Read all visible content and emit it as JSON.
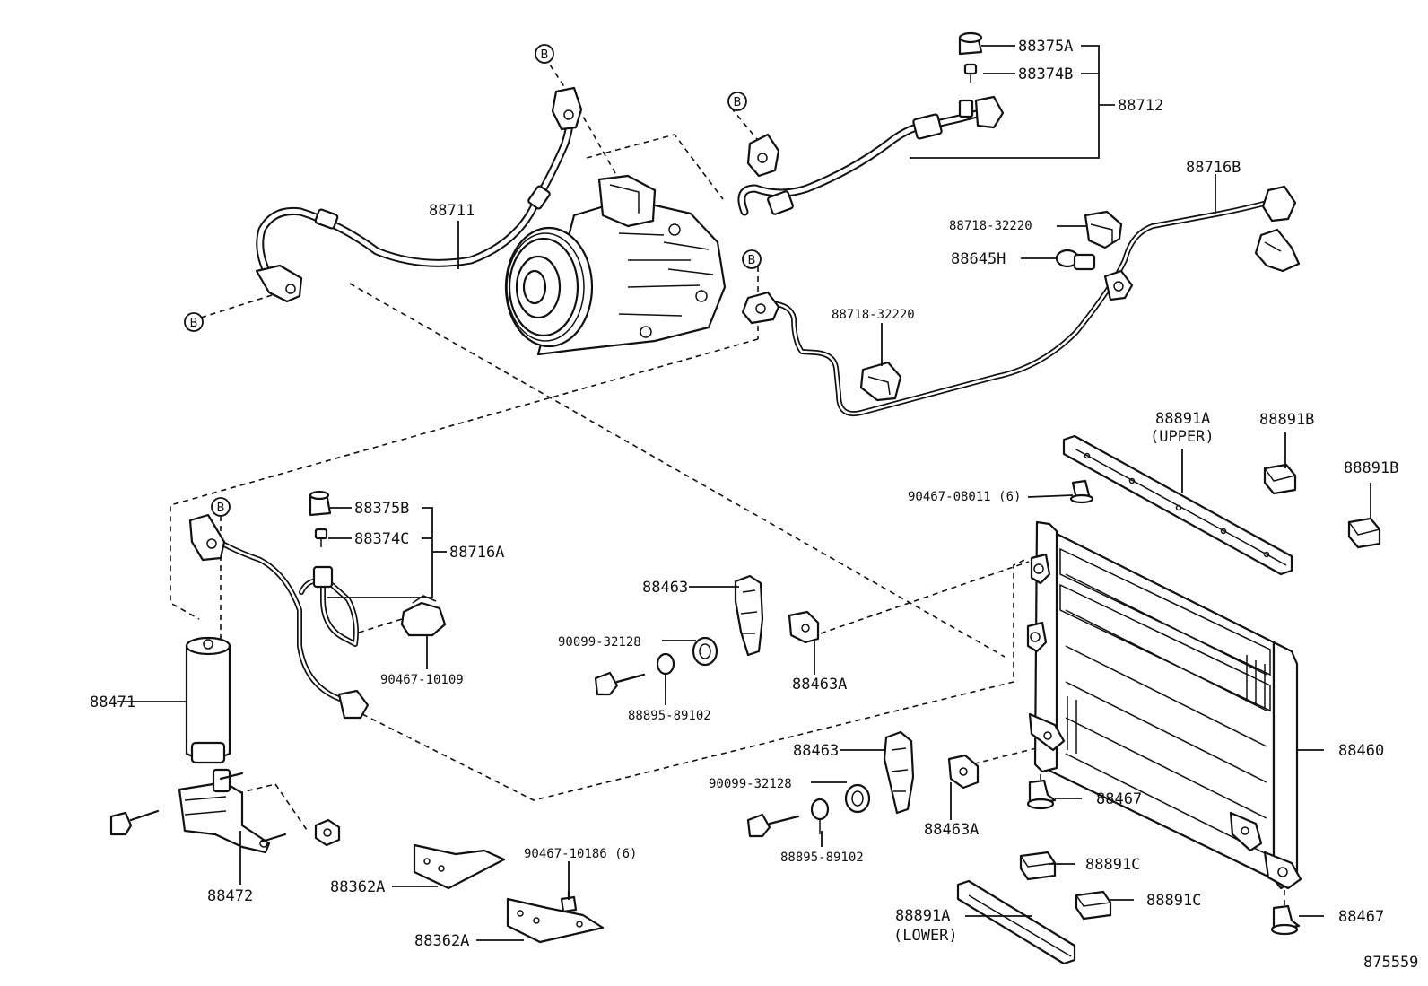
{
  "diagram": {
    "figure_number": "875559",
    "b_marker": "B",
    "labels": {
      "hose_88711": "88711",
      "cap_88375a": "88375A",
      "valve_88374b": "88374B",
      "hose_88712": "88712",
      "pipe_88716b": "88716B",
      "clamp_88718_a": "88718-32220",
      "sensor_88645h": "88645H",
      "clamp_88718_b": "88718-32220",
      "rad_upper_88891a": "88891A",
      "rad_upper_note": "(UPPER)",
      "cushion_88891b_a": "88891B",
      "cushion_88891b_b": "88891B",
      "clip_90467_08011": "90467-08011 (6)",
      "cap_88375b": "88375B",
      "valve_88374c": "88374C",
      "pipe_88716a": "88716A",
      "clamp_90467_10109": "90467-10109",
      "bracket_88463_a": "88463",
      "bracket_88463a_a": "88463A",
      "grommet_90099_a": "90099-32128",
      "collar_88895_a": "88895-89102",
      "receiver_88471": "88471",
      "bracket_88463_b": "88463",
      "grommet_90099_b": "90099-32128",
      "bracket_88463a_b": "88463A",
      "collar_88895_b": "88895-89102",
      "condenser_88460": "88460",
      "cushion_88467_a": "88467",
      "bracket_88472": "88472",
      "clip_90467_10186": "90467-10186 (6)",
      "cushion_88891c_a": "88891C",
      "bracket_88362a_a": "88362A",
      "cushion_88891c_b": "88891C",
      "rad_lower_88891a": "88891A",
      "rad_lower_note": "(LOWER)",
      "bracket_88362a_b": "88362A",
      "cushion_88467_b": "88467"
    }
  }
}
